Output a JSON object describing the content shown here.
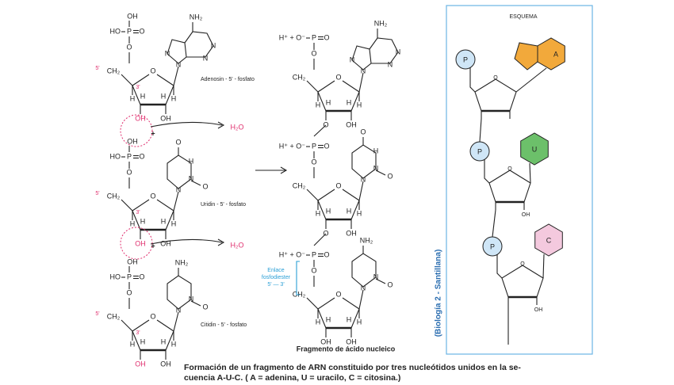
{
  "labels": {
    "nh2": "NH₂",
    "oh": "OH",
    "o": "O",
    "p": "P",
    "h": "H",
    "n": "N",
    "ch2": "CH₂",
    "c5": "5'",
    "c3": "3'",
    "ho": "HO",
    "hplus_o": "H⁺ + O⁻",
    "water": "H₂O",
    "plus": "+"
  },
  "molecule_names": {
    "adenosin": "Adenosin - 5' - fosfato",
    "uridin": "Uridin - 5' - fosfato",
    "citidin": "Citidin - 5' - fosfato"
  },
  "fragment_title": "Fragmento de ácido nucleico",
  "enlace": {
    "line1": "Enlace",
    "line2": "fosfodiester",
    "line3": "5' — 3'"
  },
  "schema": {
    "title": "ESQUEMA",
    "phosphate_letter": "P",
    "bases": [
      "A",
      "U",
      "C"
    ],
    "oh_label": "OH",
    "side_label": "(Biología 2 - Santillana)",
    "colors": {
      "panel_border": "#6cb4e4",
      "phosphate": "#cfe6f7",
      "adenine": "#f2a93b",
      "uracil": "#6cc06a",
      "cytosine": "#f4c9de",
      "side_label": "#2a6db0"
    }
  },
  "caption": {
    "line1": "Formación de un fragmento de ARN constituido por tres nucleótidos unidos en la se-",
    "line2": "cuencia A-U-C. ( A = adenina, U = uracilo, C = citosina.)"
  },
  "colors": {
    "water": "#e0306f",
    "link": "#2a9fd6"
  }
}
